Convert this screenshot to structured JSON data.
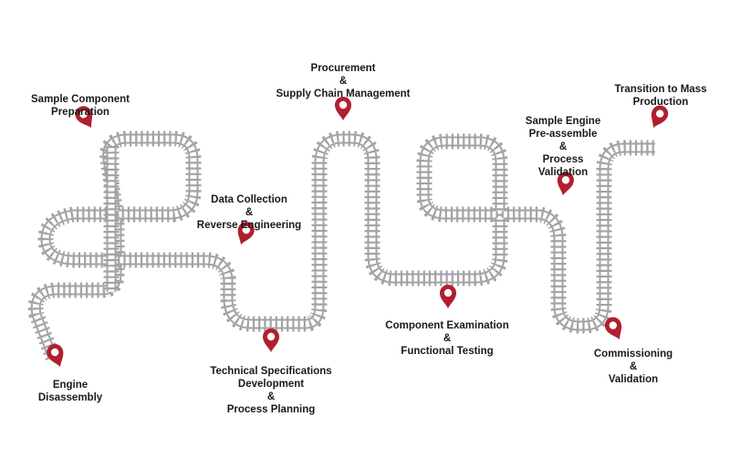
{
  "colors": {
    "track": "#a3a3a3",
    "marker": "#b01f2e",
    "text": "#1a1a1a"
  },
  "steps": [
    {
      "id": "engine-disassembly",
      "lines": [
        "Engine",
        "Disassembly"
      ],
      "icon": "map-pin-icon"
    },
    {
      "id": "sample-component-preparation",
      "lines": [
        "Sample Component",
        "Preparation"
      ],
      "icon": "map-pin-icon"
    },
    {
      "id": "data-collection",
      "lines": [
        "Data Collection",
        "&",
        "Reverse Engineering"
      ],
      "icon": "map-pin-icon"
    },
    {
      "id": "technical-specifications",
      "lines": [
        "Technical Specifications",
        "Development",
        "&",
        "Process Planning"
      ],
      "icon": "map-pin-icon"
    },
    {
      "id": "procurement",
      "lines": [
        "Procurement",
        "&",
        "Supply Chain Management"
      ],
      "icon": "map-pin-icon"
    },
    {
      "id": "component-examination",
      "lines": [
        "Component Examination",
        "&",
        "Functional Testing"
      ],
      "icon": "map-pin-icon"
    },
    {
      "id": "sample-engine-preassemble",
      "lines": [
        "Sample Engine",
        "Pre-assemble",
        "&",
        "Process",
        "Validation"
      ],
      "icon": "map-pin-icon"
    },
    {
      "id": "commissioning",
      "lines": [
        "Commissioning",
        "&",
        "Validation"
      ],
      "icon": "map-pin-icon"
    },
    {
      "id": "transition",
      "lines": [
        "Transition to Mass",
        "Production"
      ],
      "icon": "map-pin-icon"
    }
  ]
}
